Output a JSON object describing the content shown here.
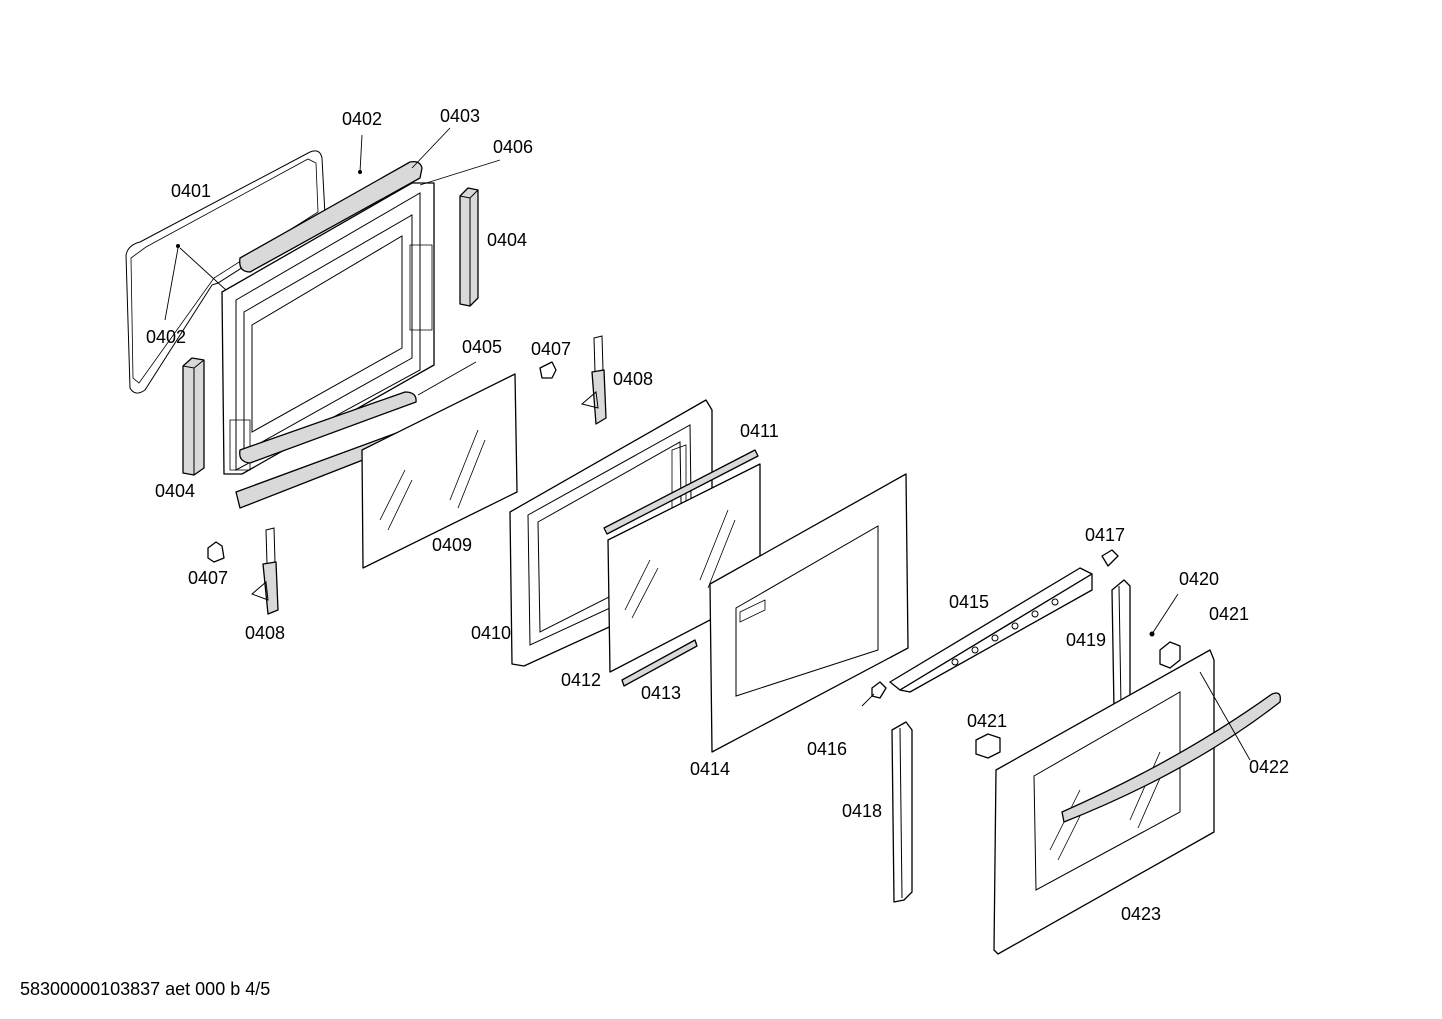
{
  "footer": {
    "code": "58300000103837 aet 000 b 4/5"
  },
  "labels": [
    {
      "id": "0401",
      "text": "0401"
    },
    {
      "id": "0402a",
      "text": "0402"
    },
    {
      "id": "0402b",
      "text": "0402"
    },
    {
      "id": "0403",
      "text": "0403"
    },
    {
      "id": "0404a",
      "text": "0404"
    },
    {
      "id": "0404b",
      "text": "0404"
    },
    {
      "id": "0405",
      "text": "0405"
    },
    {
      "id": "0406",
      "text": "0406"
    },
    {
      "id": "0407a",
      "text": "0407"
    },
    {
      "id": "0407b",
      "text": "0407"
    },
    {
      "id": "0408a",
      "text": "0408"
    },
    {
      "id": "0408b",
      "text": "0408"
    },
    {
      "id": "0409",
      "text": "0409"
    },
    {
      "id": "0410",
      "text": "0410"
    },
    {
      "id": "0411",
      "text": "0411"
    },
    {
      "id": "0412",
      "text": "0412"
    },
    {
      "id": "0413",
      "text": "0413"
    },
    {
      "id": "0414",
      "text": "0414"
    },
    {
      "id": "0415",
      "text": "0415"
    },
    {
      "id": "0416",
      "text": "0416"
    },
    {
      "id": "0417",
      "text": "0417"
    },
    {
      "id": "0418",
      "text": "0418"
    },
    {
      "id": "0419",
      "text": "0419"
    },
    {
      "id": "0420",
      "text": "0420"
    },
    {
      "id": "0421a",
      "text": "0421"
    },
    {
      "id": "0421b",
      "text": "0421"
    },
    {
      "id": "0422",
      "text": "0422"
    },
    {
      "id": "0423",
      "text": "0423"
    }
  ]
}
